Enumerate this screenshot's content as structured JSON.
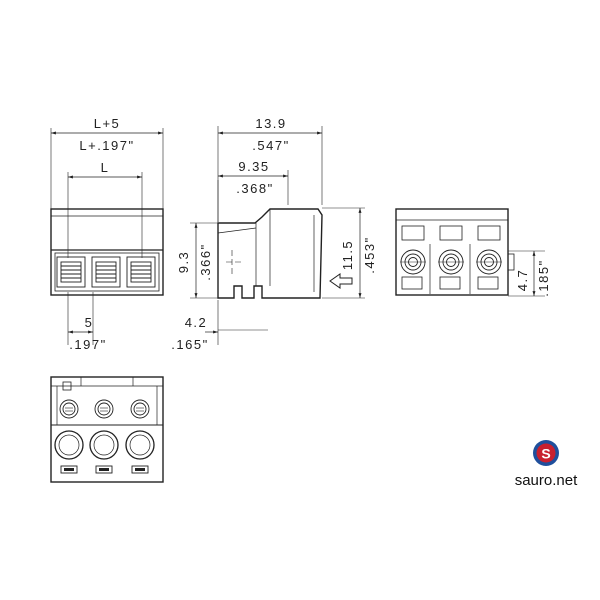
{
  "front_view": {
    "overall_width_mm": "L+5",
    "overall_width_in": "L+.197\"",
    "pitch_span": "L",
    "pitch_mm": "5",
    "pitch_in": ".197\""
  },
  "side_view": {
    "depth_mm": "13.9",
    "depth_in": ".547\"",
    "step_depth_mm": "9.35",
    "step_depth_in": ".368\"",
    "height_mm": "9.3",
    "height_in": ".366\"",
    "total_height_mm": "11.5",
    "total_height_in": ".453\"",
    "offset_mm": "4.2",
    "offset_in": ".165\""
  },
  "right_view": {
    "pin_height_mm": "4.7",
    "pin_height_in": ".185\""
  },
  "brand": {
    "logo_letter": "S",
    "name": "sauro.net",
    "accent_color": "#c8202f",
    "ring_color": "#1f4f9c"
  },
  "pole_count": 3
}
